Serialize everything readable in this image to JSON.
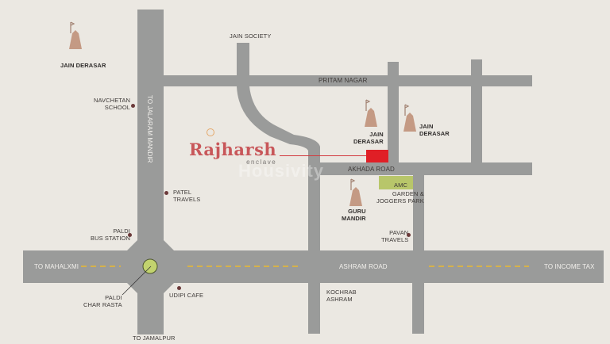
{
  "map": {
    "title": "Rajharsh Enclave Location Map",
    "colors": {
      "background": "#ebe8e2",
      "road": "#9a9b9a",
      "project_marker": "#e01f26",
      "garden": "#b8c66a",
      "lane_dash": "#d6b24a",
      "landmark_dot": "#6b3a3a",
      "brand": "#c8575a"
    }
  },
  "brand": {
    "name": "Rajharsh",
    "subtitle": "enclave",
    "logo_icon": "sun-mandala-icon"
  },
  "watermark": "Housivity",
  "roads": {
    "pritam_nagar": "PRITAM NAGAR",
    "akhada_road": "AKHADA ROAD",
    "ashram_road": "ASHRAM ROAD",
    "to_jalaram_mandir": "TO JALARAM MANDIR",
    "to_mahalxmi": "TO MAHALXMI",
    "to_income_tax": "TO INCOME TAX",
    "to_jamalpur": "TO JAMALPUR"
  },
  "landmarks": {
    "jain_derasar_topleft": "JAIN DERASAR",
    "jain_society": "JAIN SOCIETY",
    "navchetan_school": [
      "NAVCHETAN",
      "SCHOOL"
    ],
    "jain_derasar_center": [
      "JAIN",
      "DERASAR"
    ],
    "jain_derasar_right": [
      "JAIN",
      "DERASAR"
    ],
    "patel_travels": [
      "PATEL",
      "TRAVELS"
    ],
    "amc": "AMC",
    "garden_joggers_park": [
      "GARDEN &",
      "JOGGERS PARK"
    ],
    "guru_mandir": [
      "GURU",
      "MANDIR"
    ],
    "pavan_travels": [
      "PAVAN",
      "TRAVELS"
    ],
    "paldi_bus_station": [
      "PALDI",
      "BUS STATION"
    ],
    "paldi_char_rasta": [
      "PALDI",
      "CHAR RASTA"
    ],
    "udipi_cafe": "UDIPI CAFE",
    "kochrab_ashram": [
      "KOCHRAB",
      "ASHRAM"
    ]
  }
}
